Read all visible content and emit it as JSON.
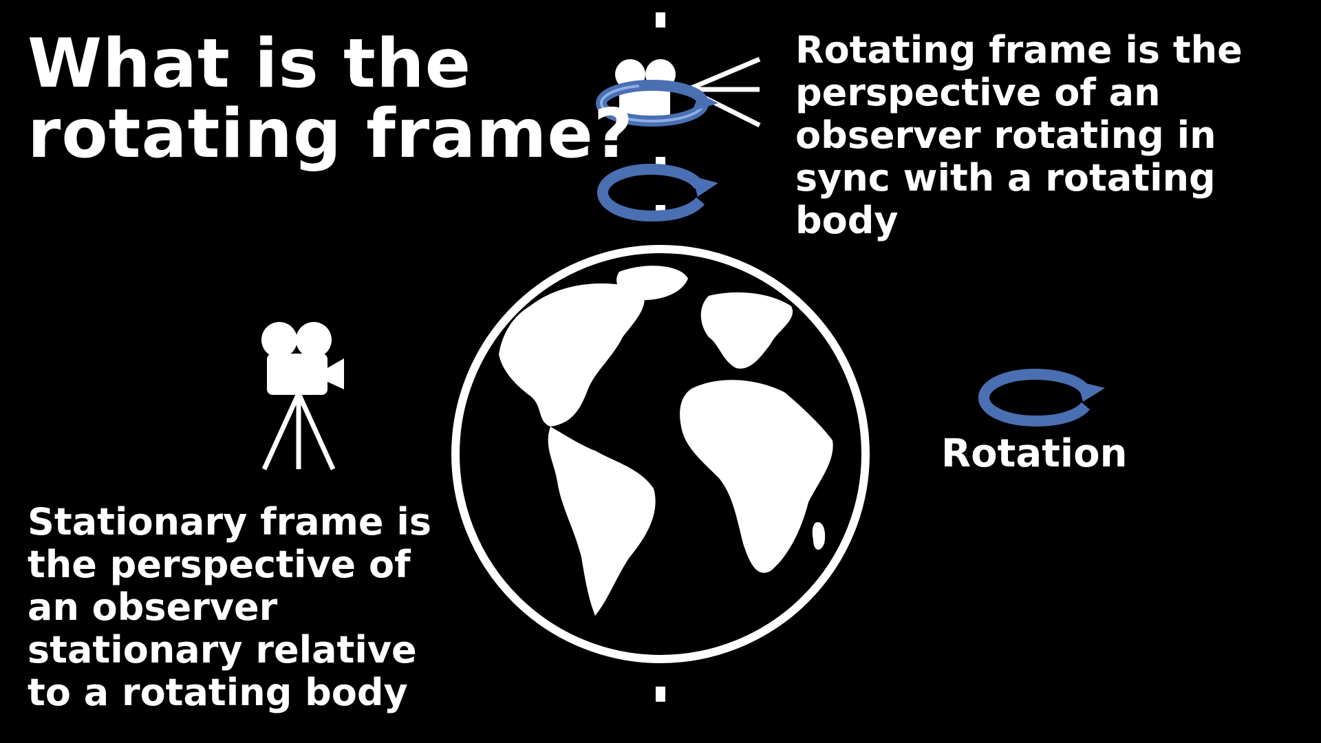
{
  "slide": {
    "title": "What is the\nrotating frame?",
    "rotating_frame_text": "Rotating frame is the\nperspective of an\nobserver rotating in\nsync with a rotating\nbody",
    "stationary_frame_text": "Stationary frame is\nthe perspective of\nan observer\nstationary relative\nto a rotating body",
    "rotation_label": "Rotation"
  },
  "colors": {
    "background": "#000000",
    "foreground": "#ffffff",
    "arrow": "#5b7fc0"
  },
  "icons": [
    "camera-icon",
    "tripod-icon",
    "globe-icon",
    "rotation-arrow-icon",
    "axis-line"
  ]
}
